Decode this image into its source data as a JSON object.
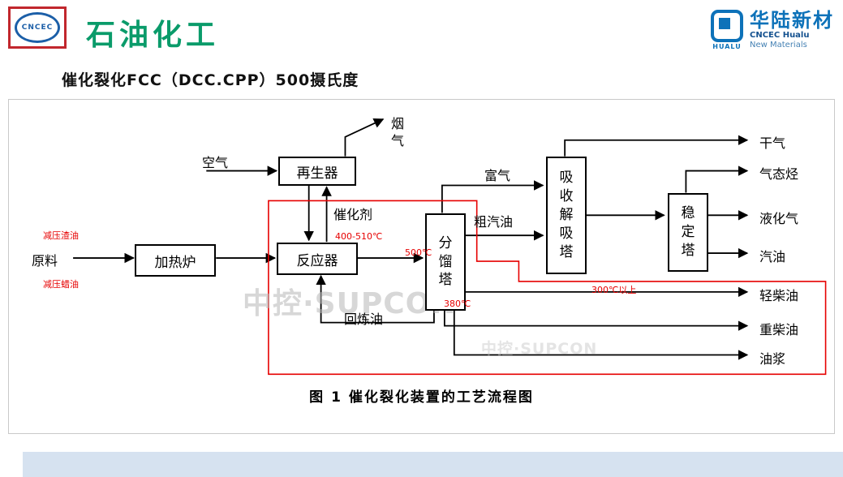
{
  "header": {
    "left_logo": {
      "emblem_text": "CNCEC",
      "brand": "石油化工"
    },
    "right_logo": {
      "icon_label": "HUALU",
      "name": "华陆新材",
      "subtitle1": "CNCEC Hualu",
      "subtitle2": "New Materials"
    },
    "slide_title": "催化裂化FCC（DCC.CPP）500摄氏度"
  },
  "diagram": {
    "boxes": {
      "regenerator": "再生器",
      "furnace": "加热炉",
      "reactor": "反应器",
      "fractionator": "分馏塔",
      "absorber": "吸收解吸塔",
      "stabilizer": "稳定塔"
    },
    "labels": {
      "air": "空气",
      "flue_gas": "烟气",
      "catalyst": "催化剂",
      "feed": "原料",
      "rich_gas": "富气",
      "crude_gasoline": "粗汽油",
      "dry_gas": "干气",
      "gaseous_hc": "气态烃",
      "lpg": "液化气",
      "gasoline": "汽油",
      "light_diesel": "轻柴油",
      "heavy_diesel": "重柴油",
      "slurry": "油浆",
      "recycle_oil": "回炼油"
    },
    "annotations": {
      "feed_top": "减压渣油",
      "feed_bottom": "减压蜡油",
      "reactor_temp": "400-510℃",
      "fractionator_in_temp": "500℃",
      "fractionator_bottom_temp": "380℃",
      "diesel_temp": "300℃以上"
    },
    "watermark": "中控·SUPCON",
    "caption": "图 1  催化裂化装置的工艺流程图"
  },
  "colors": {
    "brand_green": "#0a9b6a",
    "logo_blue": "#0d72b9",
    "emblem_red": "#c1272d",
    "highlight_red": "#e60000",
    "line_black": "#000000",
    "footer_blue": "#d6e2f0"
  }
}
